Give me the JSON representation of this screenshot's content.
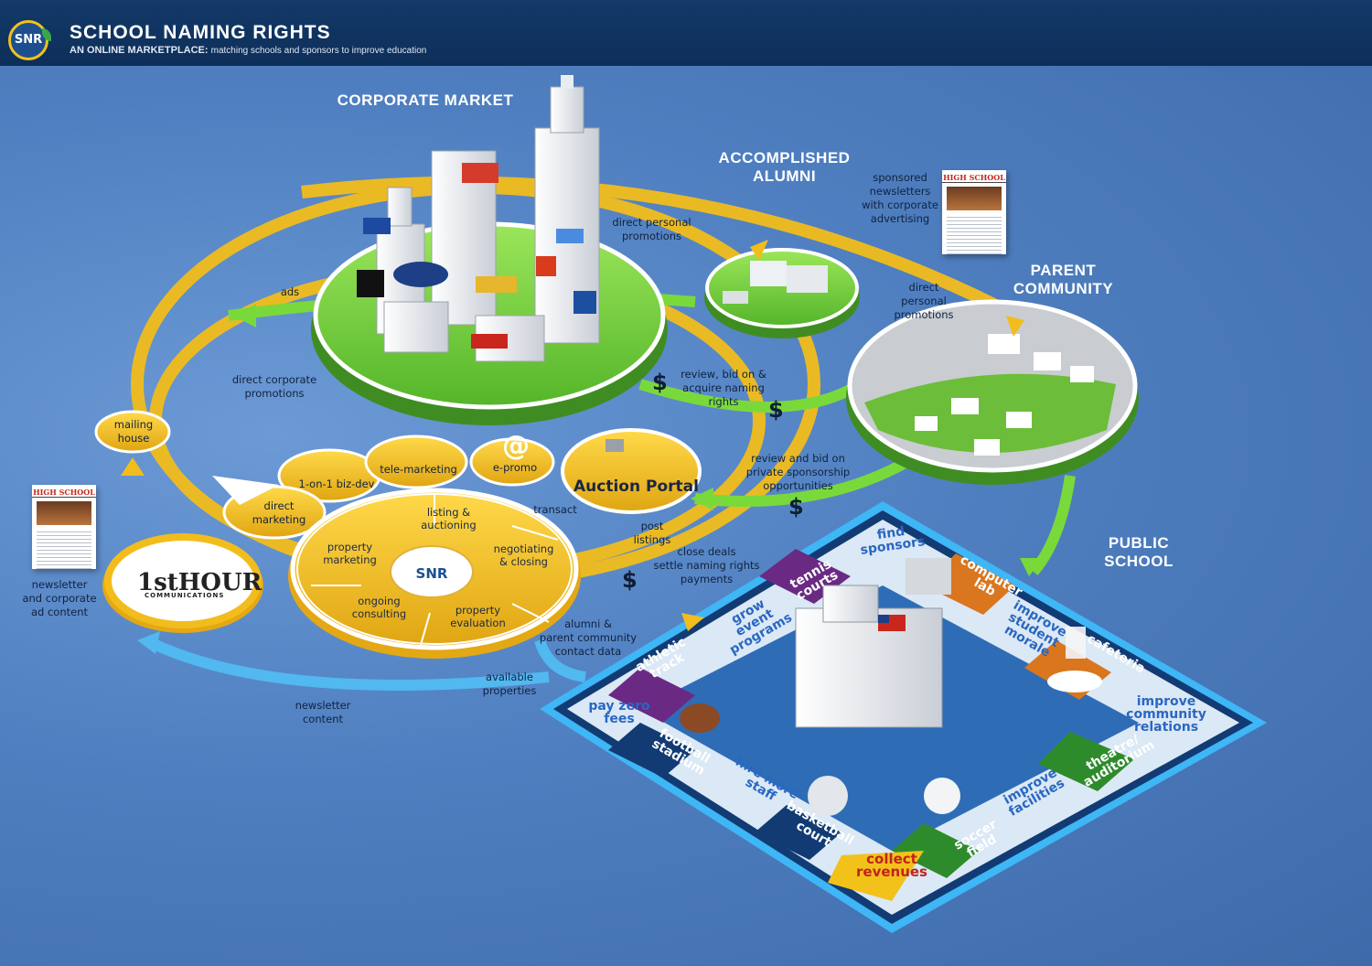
{
  "header": {
    "logo_text": "SNR",
    "title": "SCHOOL NAMING RIGHTS",
    "subtitle_main": "AN ONLINE MARKETPLACE:",
    "subtitle_rest": "matching schools and sponsors to improve education"
  },
  "regions": {
    "corporate_market": "CORPORATE MARKET",
    "accomplished_alumni": "ACCOMPLISHED\nALUMNI",
    "parent_community": "PARENT\nCOMMUNITY",
    "public_school": "PUBLIC\nSCHOOL"
  },
  "flow_labels": {
    "ads": "ads",
    "direct_personal_promotions_1": "direct personal\npromotions",
    "sponsored_newsletters": "sponsored\nnewsletters\nwith corporate\nadvertising",
    "direct_personal_promotions_2": "direct\npersonal\npromotions",
    "direct_corporate_promotions": "direct corporate\npromotions",
    "review_bid": "review, bid on &\nacquire naming\nrights",
    "review_private": "review and bid on\nprivate sponsorship\nopportunities",
    "transact": "transact",
    "post_listings": "post\nlistings",
    "close_deals": "close deals\nsettle naming rights\npayments",
    "alumni_parent_data": "alumni &\nparent community\ncontact data",
    "available_properties": "available\nproperties",
    "newsletter_content": "newsletter\ncontent",
    "newsletter_corporate": "newsletter\nand corporate\nad content"
  },
  "nodes": {
    "mailing_house": "mailing\nhouse",
    "one_on_one": "1-on-1 biz-dev",
    "tele_marketing": "tele-marketing",
    "e_promo": "e-promo",
    "at_symbol": "@",
    "auction_portal": "Auction Portal",
    "direct_marketing": "direct\nmarketing",
    "first_hour": "1stHOUR",
    "first_hour_sub": "COMMUNICATIONS",
    "snr_center": "SNR"
  },
  "snr_segments": [
    "listing &\nauctioning",
    "negotiating\n& closing",
    "property\nevaluation",
    "ongoing\nconsulting",
    "property\nmarketing"
  ],
  "newspaper": {
    "masthead": "HIGH SCHOOL"
  },
  "dollar_sign": "$",
  "board_tiles": {
    "find_sponsors": "find\nsponsors",
    "computer_lab": "computer\nlab",
    "improve_student_morale": "improve\nstudent\nmorale",
    "cafeteria": "cafeteria",
    "improve_community_relations": "improve\ncommunity\nrelations",
    "theatre_auditorium": "theatre/\nauditorium",
    "improve_facilities": "improve\nfacilities",
    "soccer_field": "soccer\nfield",
    "collect_revenues": "collect\nrevenues",
    "basketball_court": "basketball\ncourt",
    "hire_more_staff": "hire more\nstaff",
    "football_stadium": "football\nstadium",
    "pay_zero_fees": "pay zero\nfees",
    "athletic_track": "athletic\ntrack",
    "grow_event_programs": "grow\nevent\nprograms",
    "tennis_courts": "tennis\ncourts"
  },
  "colors": {
    "header_bg": "#0d2e58",
    "background": "#4f7fc0",
    "yellow_flow": "#f2bd1c",
    "green_flow": "#7ad93a",
    "blue_flow": "#52b8f0",
    "board_orange": "#d9761e",
    "board_purple": "#6a2a83",
    "board_navy": "#123b74",
    "board_green": "#2e8b2c",
    "board_light": "#cfe1f3"
  }
}
